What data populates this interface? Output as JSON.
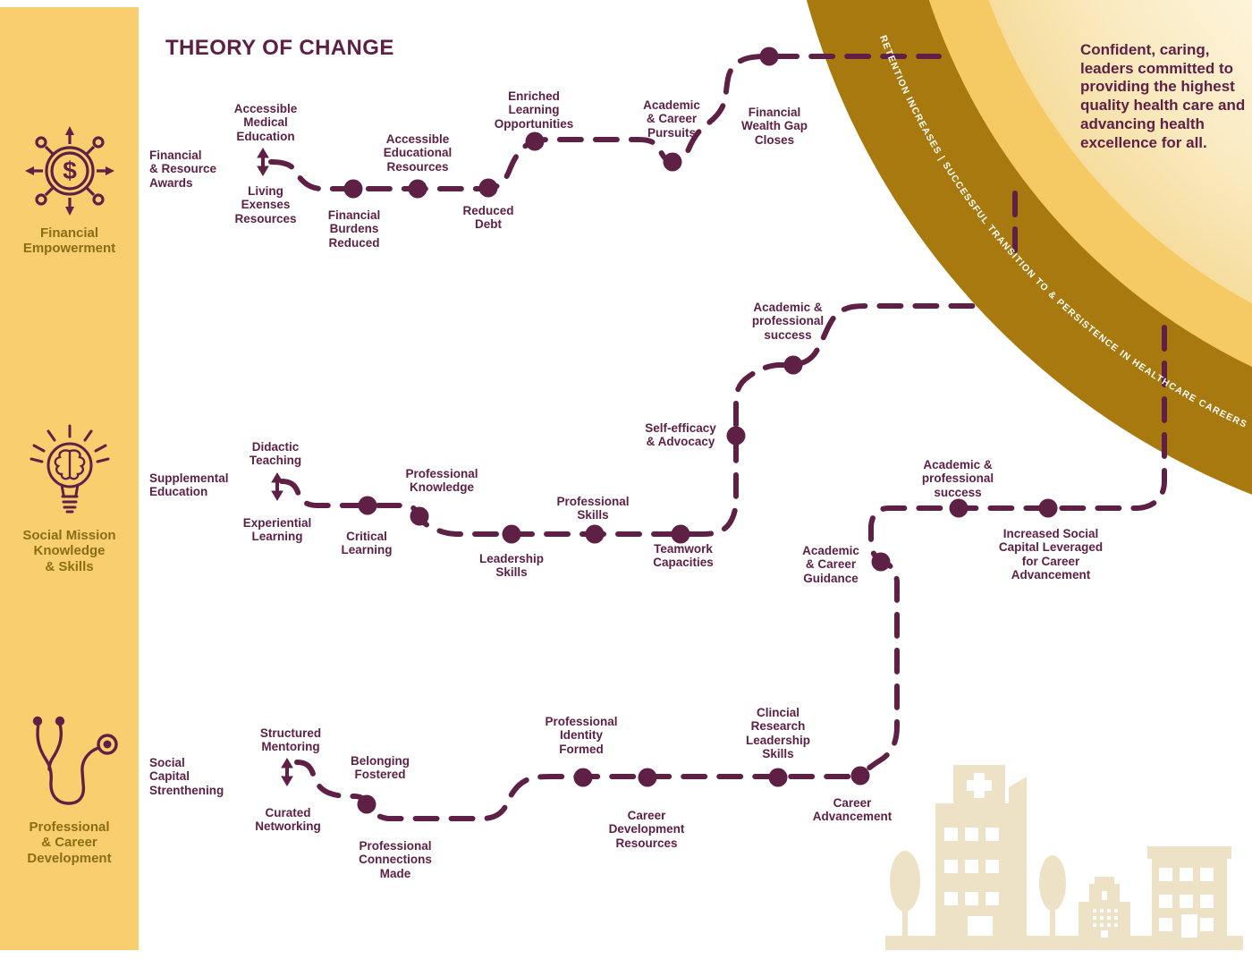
{
  "title": "THEORY OF CHANGE",
  "colors": {
    "maroon": "#5E2145",
    "sidebar_bg": "#F8CE6E",
    "sidebar_text": "#8A6E16",
    "arc_dark_gold": "#A8790F",
    "arc_gold": "#F5C963",
    "arc_cream": "#FAEBC4",
    "skyline": "#EDE2C5",
    "arc_text": "#FFFFFF"
  },
  "sidebar": {
    "items": [
      {
        "icon": "money-network-icon",
        "label": "Financial\nEmpowerment"
      },
      {
        "icon": "brain-bulb-icon",
        "label": "Social Mission\nKnowledge\n& Skills"
      },
      {
        "icon": "stethoscope-icon",
        "label": "Professional\n& Career\nDevelopment"
      }
    ]
  },
  "arc_banner": {
    "text": "RETENTION INCREASES  |  SUCCESSFUL TRANSITION TO & PERSISTENCE IN HEALTHCARE CAREERS"
  },
  "vision_statement": "Confident, caring, leaders committed to providing the highest quality health care and advancing health excellence for all.",
  "rows": [
    {
      "category": "Financial Empowerment",
      "lead": "Financial\n& Resource\nAwards",
      "labels": [
        "Accessible\nMedical\nEducation",
        "Living\nExenses\nResources",
        "Financial\nBurdens\nReduced",
        "Accessible\nEducational\nResources",
        "Reduced\nDebt",
        "Enriched\nLearning\nOpportunities",
        "Academic\n& Career\nPursuits",
        "Financial\nWealth Gap\nCloses"
      ]
    },
    {
      "category": "Social Mission Knowledge & Skills",
      "lead": "Supplemental\nEducation",
      "labels": [
        "Didactic\nTeaching",
        "Experiential\nLearning",
        "Critical\nLearning",
        "Professional\nKnowledge",
        "Leadership\nSkills",
        "Professional\nSkills",
        "Teamwork\nCapacities",
        "Self-efficacy\n& Advocacy",
        "Academic &\nprofessional\nsuccess",
        "Academic\n& Career\nGuidance",
        "Academic &\nprofessional\nsuccess",
        "Increased Social\nCapital Leveraged\nfor Career\nAdvancement"
      ]
    },
    {
      "category": "Professional & Career Development",
      "lead": "Social\nCapital\nStrenthening",
      "labels": [
        "Structured\nMentoring",
        "Curated\nNetworking",
        "Belonging\nFostered",
        "Professional\nConnections\nMade",
        "Professional\nIdentity\nFormed",
        "Career\nDevelopment\nResources",
        "Clincial\nResearch\nLeadership\nSkills",
        "Career\nAdvancement"
      ]
    }
  ]
}
